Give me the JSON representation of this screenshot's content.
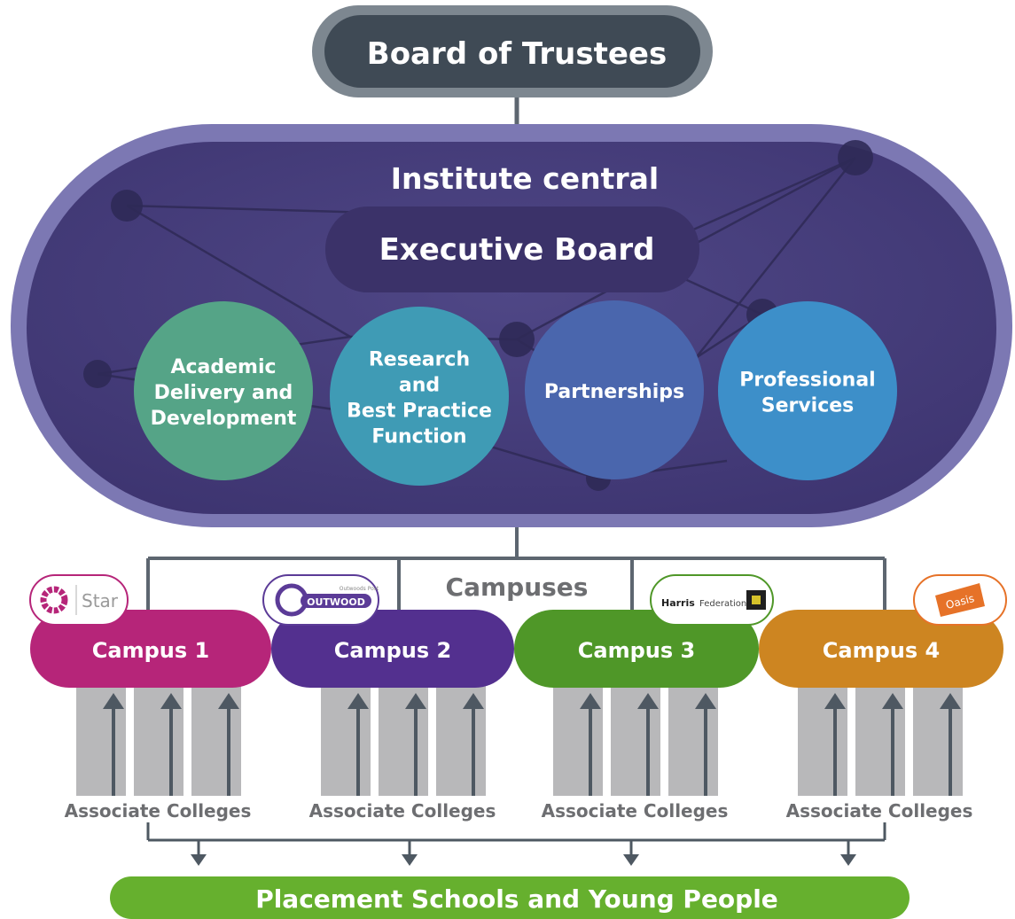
{
  "board": {
    "title": "Board of Trustees"
  },
  "institute": {
    "title": "Institute central"
  },
  "executive": {
    "title": "Executive Board"
  },
  "functions": [
    {
      "lines": [
        "Academic",
        "Delivery and",
        "Development"
      ],
      "color": "#55a487"
    },
    {
      "lines": [
        "Research",
        "and",
        "Best Practice",
        "Function"
      ],
      "color": "#3f9bb5"
    },
    {
      "lines": [
        "Partnerships"
      ],
      "color": "#4a66ad"
    },
    {
      "lines": [
        "Professional",
        "Services"
      ],
      "color": "#3d8fc9"
    }
  ],
  "campuses_label": "Campuses",
  "campuses": [
    {
      "label": "Campus 1",
      "color": "#b62579",
      "logo": {
        "text": "Star",
        "accent": "#b62579"
      }
    },
    {
      "label": "Campus 2",
      "color": "#53308f",
      "logo": {
        "text": "OUTWOOD",
        "subtext": "Outwoods Post",
        "accent": "#5b3b97"
      }
    },
    {
      "label": "Campus 3",
      "color": "#4f9728",
      "logo": {
        "text": "Harris",
        "text2": "Federation",
        "accent": "#1f1f1f"
      }
    },
    {
      "label": "Campus 4",
      "color": "#cd8521",
      "logo": {
        "text": "Oasis",
        "accent": "#e67228"
      }
    }
  ],
  "associate_label": "Associate Colleges",
  "placement": {
    "title": "Placement Schools and Young People"
  },
  "colors": {
    "board_fill": "#3f4a55",
    "board_border": "#7d8790",
    "institute_fill": "#524b86",
    "institute_border": "#7c78b3",
    "executive_fill": "#3b3269",
    "connector": "#5d6670",
    "bar": "#b8b8ba",
    "arrow": "#4e5862",
    "placement": "#66b02e",
    "label_gray": "#6d6e71"
  }
}
